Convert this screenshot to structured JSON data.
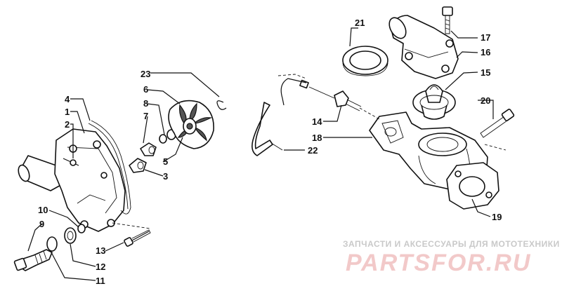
{
  "callouts": {
    "n1": "1",
    "n2": "2",
    "n3": "3",
    "n4": "4",
    "n5": "5",
    "n6": "6",
    "n7": "7",
    "n8": "8",
    "n9": "9",
    "n10": "10",
    "n11": "11",
    "n12": "12",
    "n13": "13",
    "n14": "14",
    "n15": "15",
    "n16": "16",
    "n17": "17",
    "n18": "18",
    "n19": "19",
    "n20": "20",
    "n21": "21",
    "n22": "22",
    "n23": "23"
  },
  "watermark": {
    "tagline": "ЗАПЧАСТИ И АКСЕССУАРЫ ДЛЯ МОТОТЕХНИКИ",
    "logo": "PARTSFOR.RU",
    "logo_color": "#f2c9c9",
    "tagline_color": "#c9c9c9"
  }
}
